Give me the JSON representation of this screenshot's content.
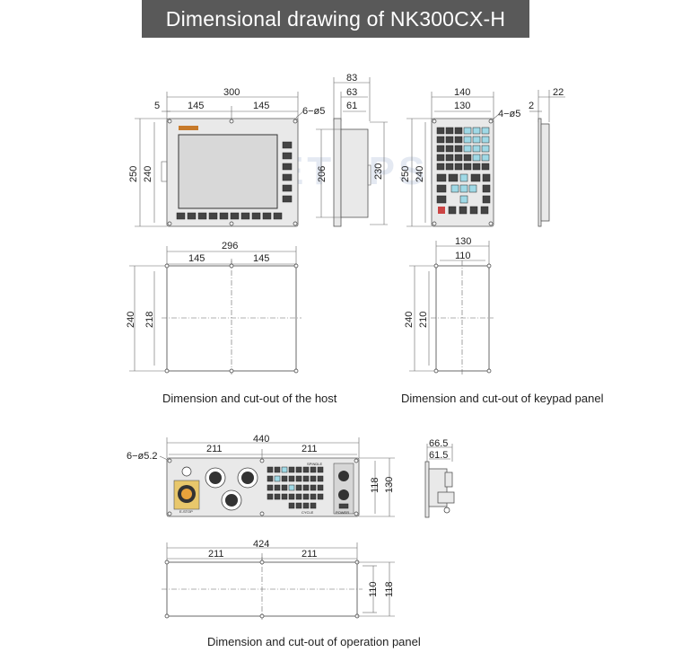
{
  "title": "Dimensional drawing of NK300CX-H",
  "watermark": "WAVETOPSI",
  "captions": {
    "host": "Dimension and cut-out of the host",
    "keypad": "Dimension and cut-out of keypad panel",
    "operation": "Dimension and cut-out of operation panel"
  },
  "host": {
    "width": "300",
    "half_left": "145",
    "half_right": "145",
    "inset": "5",
    "holes": "6−ø5",
    "height": "250",
    "inner_height": "240",
    "side_83": "83",
    "side_63": "63",
    "side_61": "61",
    "side_206": "206",
    "side_230": "230",
    "cut_width": "296",
    "cut_half_left": "145",
    "cut_half_right": "145",
    "cut_height": "240",
    "cut_inner": "218"
  },
  "keypad": {
    "width": "140",
    "inner_width": "130",
    "holes": "4−ø5",
    "height": "250",
    "inner_height": "240",
    "side_22": "22",
    "side_2": "2",
    "cut_width": "130",
    "cut_inner": "110",
    "cut_height": "240",
    "cut_inner_height": "210"
  },
  "operation": {
    "width": "440",
    "half_left": "211",
    "half_right": "211",
    "holes": "6−ø5.2",
    "height": "130",
    "inner_height": "118",
    "side_66": "66.5",
    "side_61": "61.5",
    "cut_width": "424",
    "cut_half_left": "211",
    "cut_half_right": "211",
    "cut_height": "118",
    "cut_inner": "110",
    "labels": {
      "spindle": "SPINDLE",
      "cycle": "CYCLE",
      "power": "POWER",
      "estop": "E-STOP"
    }
  }
}
